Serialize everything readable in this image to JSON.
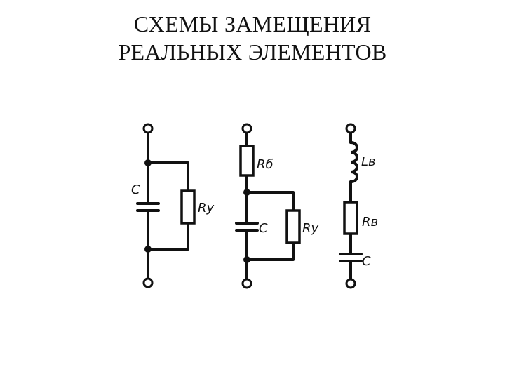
{
  "title": {
    "line1": "СХЕМЫ ЗАМЕЩЕНИЯ",
    "line2": "РЕАЛЬНЫХ ЭЛЕМЕНТОВ"
  },
  "circuits": [
    {
      "labels": {
        "capacitor": "C",
        "resistor": "Rу"
      }
    },
    {
      "labels": {
        "series_resistor": "Rб",
        "capacitor": "C",
        "parallel_resistor": "Rу"
      }
    },
    {
      "labels": {
        "inductor": "Lв",
        "resistor": "Rв",
        "capacitor": "C"
      }
    }
  ]
}
